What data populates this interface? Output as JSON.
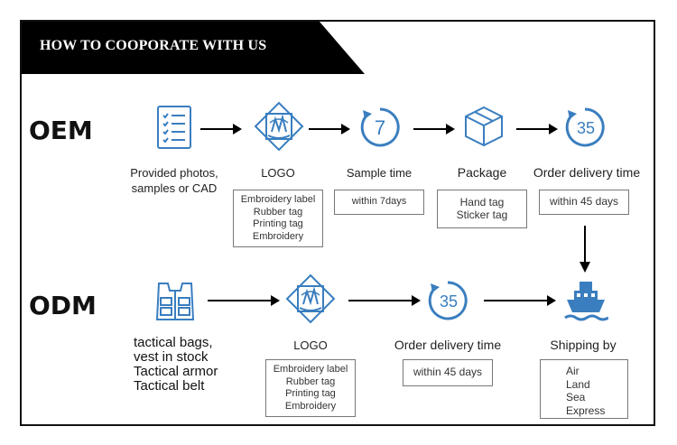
{
  "banner": {
    "title": "HOW TO COOPORATE WITH US"
  },
  "oem": {
    "label": "OEM",
    "steps": [
      {
        "caption": [
          "Provided photos,",
          "samples or CAD"
        ],
        "icon": "document-checklist-icon"
      },
      {
        "caption": [
          "LOGO"
        ],
        "icon": "logo-diamond-icon",
        "details": [
          "Embroidery label",
          "Rubber tag",
          "Printing tag",
          "Embroidery"
        ]
      },
      {
        "caption": [
          "Sample time"
        ],
        "icon": "clock-7-icon",
        "icon_text": "7",
        "details": [
          "within 7days"
        ]
      },
      {
        "caption": [
          "Package"
        ],
        "icon": "box-package-icon",
        "details": [
          "Hand tag",
          "Sticker tag"
        ]
      },
      {
        "caption": [
          "Order delivery time"
        ],
        "icon": "clock-35-icon",
        "icon_text": "35",
        "details": [
          "within 45 days"
        ]
      }
    ]
  },
  "odm": {
    "label": "ODM",
    "steps": [
      {
        "caption": [
          "tactical bags,",
          "vest in stock",
          "Tactical armor",
          "Tactical belt"
        ],
        "icon": "tactical-vest-icon"
      },
      {
        "caption": [
          "LOGO"
        ],
        "icon": "logo-diamond-icon",
        "details": [
          "Embroidery label",
          "Rubber tag",
          "Printing tag",
          "Embroidery"
        ]
      },
      {
        "caption": [
          "Order delivery time"
        ],
        "icon": "clock-35-icon",
        "icon_text": "35",
        "details": [
          "within 45 days"
        ]
      },
      {
        "caption": [
          "Shipping by"
        ],
        "icon": "ship-icon",
        "details": [
          "Air",
          "Land",
          "Sea",
          "Express"
        ]
      }
    ]
  },
  "colors": {
    "accent": "#3a7ebf",
    "banner": "#000000",
    "text": "#111111"
  }
}
